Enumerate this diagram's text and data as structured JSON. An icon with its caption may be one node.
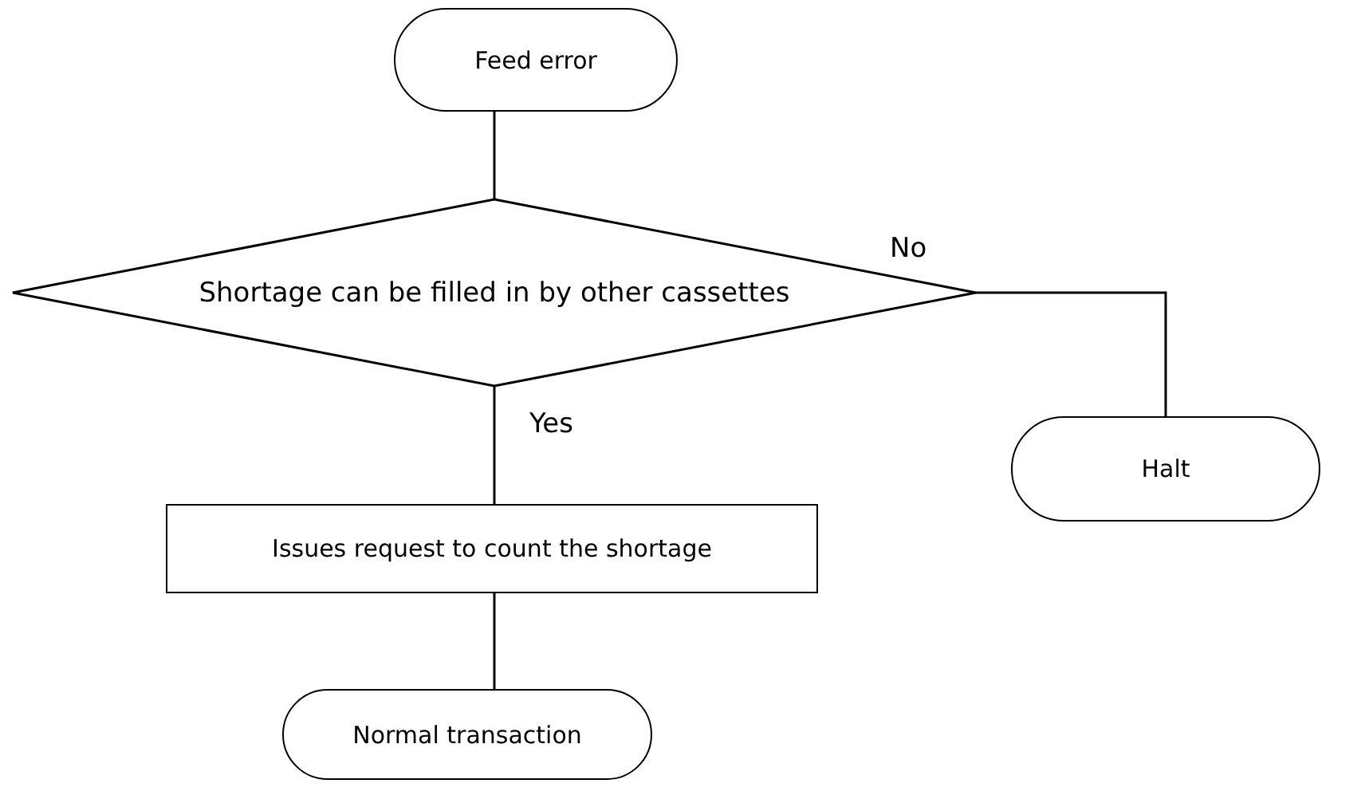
{
  "diagram": {
    "nodes": [
      {
        "text": [
          "Feed error"
        ]
      },
      {
        "text": [
          "Shortage can be filled in by other cassettes"
        ]
      },
      {
        "text": [
          "Issues request to count the shortage"
        ]
      },
      {
        "text": [
          "Normal transaction"
        ]
      },
      {
        "text": [
          "Halt"
        ]
      }
    ],
    "edges": [
      {
        "from": 0,
        "to": 1,
        "arrow": "none"
      },
      {
        "from": 1,
        "to": 2,
        "arrow": "none",
        "label": "Yes"
      },
      {
        "from": 1,
        "to": 4,
        "arrow": "none",
        "label": "No"
      },
      {
        "from": 2,
        "to": 3,
        "arrow": "none"
      }
    ]
  }
}
